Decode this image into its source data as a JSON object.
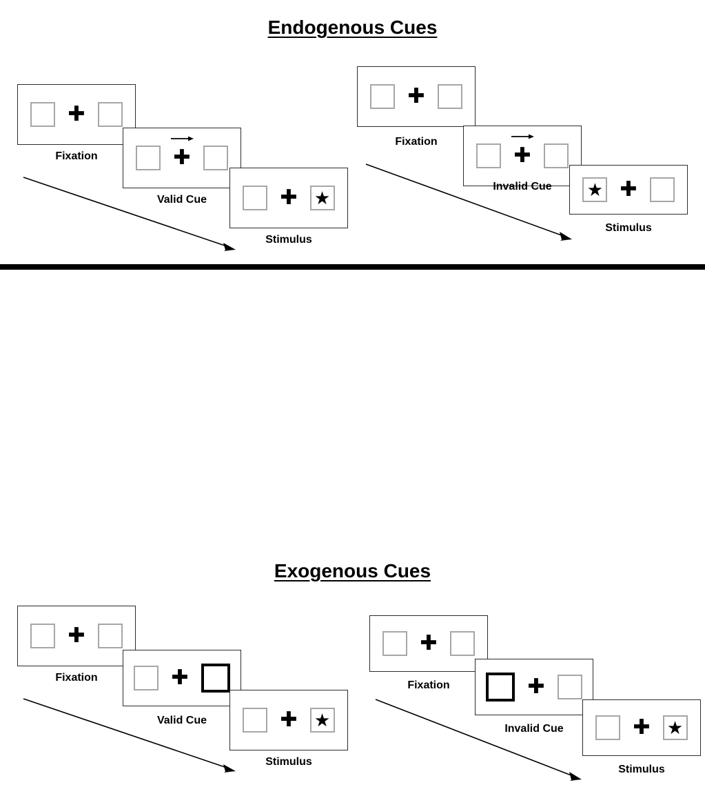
{
  "figure": {
    "type": "diagram",
    "description": "Spatial cueing paradigm trial sequences for endogenous and exogenous attention cues"
  },
  "sections": [
    {
      "id": "endogenous",
      "title": "Endogenous Cues",
      "columns": [
        {
          "id": "endogenous-valid",
          "cue_type": "valid",
          "frames": [
            {
              "label": "Fixation",
              "cue": "none",
              "left_box": "empty",
              "right_box": "empty",
              "center": "plus"
            },
            {
              "label": "Valid Cue",
              "cue": "arrow-right",
              "left_box": "empty",
              "right_box": "empty",
              "center": "plus"
            },
            {
              "label": "Stimulus",
              "cue": "none",
              "left_box": "empty",
              "right_box": "star",
              "center": "plus"
            }
          ]
        },
        {
          "id": "endogenous-invalid",
          "cue_type": "invalid",
          "frames": [
            {
              "label": "Fixation",
              "cue": "none",
              "left_box": "empty",
              "right_box": "empty",
              "center": "plus"
            },
            {
              "label": "Invalid Cue",
              "cue": "arrow-right",
              "left_box": "empty",
              "right_box": "empty",
              "center": "plus"
            },
            {
              "label": "Stimulus",
              "cue": "none",
              "left_box": "star",
              "right_box": "empty",
              "center": "plus"
            }
          ]
        }
      ]
    },
    {
      "id": "exogenous",
      "title": "Exogenous Cues",
      "columns": [
        {
          "id": "exogenous-valid",
          "cue_type": "valid",
          "frames": [
            {
              "label": "Fixation",
              "cue": "none",
              "left_box": "empty",
              "right_box": "empty",
              "center": "plus"
            },
            {
              "label": "Valid Cue",
              "cue": "box-highlight-right",
              "left_box": "empty",
              "right_box": "cued",
              "center": "plus"
            },
            {
              "label": "Stimulus",
              "cue": "none",
              "left_box": "empty",
              "right_box": "star",
              "center": "plus"
            }
          ]
        },
        {
          "id": "exogenous-invalid",
          "cue_type": "invalid",
          "frames": [
            {
              "label": "Fixation",
              "cue": "none",
              "left_box": "empty",
              "right_box": "empty",
              "center": "plus"
            },
            {
              "label": "Invalid Cue",
              "cue": "box-highlight-left",
              "left_box": "cued",
              "right_box": "empty",
              "center": "plus"
            },
            {
              "label": "Stimulus",
              "cue": "none",
              "left_box": "empty",
              "right_box": "star",
              "center": "plus"
            }
          ]
        }
      ]
    }
  ],
  "glyphs": {
    "fixation_cross": "✚",
    "star": "★"
  },
  "colors": {
    "text": "#000000",
    "panel_border": "#2b2b2b",
    "box_border": "#a6a6a6",
    "cued_box_border": "#000000",
    "divider": "#000000",
    "background": "#ffffff"
  },
  "time_arrow": {
    "meaning": "time course, left to right"
  }
}
